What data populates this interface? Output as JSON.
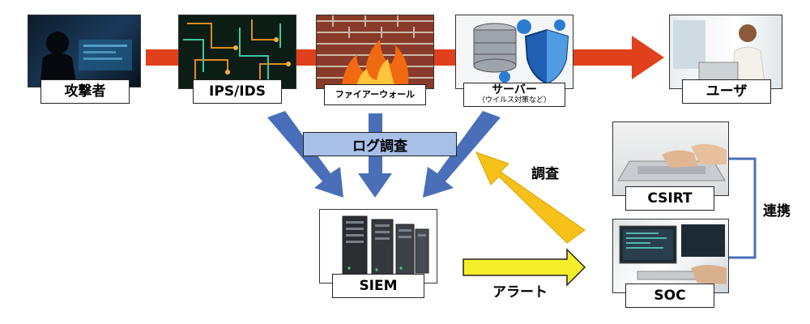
{
  "nodes": {
    "attacker": {
      "label": "攻撃者"
    },
    "ips": {
      "label": "IPS/IDS"
    },
    "firewall": {
      "label": "ファイアーウォール"
    },
    "server": {
      "label": "サーバー",
      "sublabel": "（ウイルス対策など）"
    },
    "user": {
      "label": "ユーザ"
    },
    "siem": {
      "label": "SIEM"
    },
    "csirt": {
      "label": "CSIRT"
    },
    "soc": {
      "label": "SOC"
    }
  },
  "flows": {
    "log_investigation": "ログ調査",
    "investigation": "調査",
    "alert": "アラート",
    "cooperation": "連携"
  },
  "colors": {
    "attack_arrow": "#e0401c",
    "log_arrow": "#4a6fb8",
    "log_box": "#a8bfe8",
    "investigate_arrow": "#f6c21a",
    "alert_arrow": "#f4ef2a",
    "link_line": "#4a6fb8"
  }
}
